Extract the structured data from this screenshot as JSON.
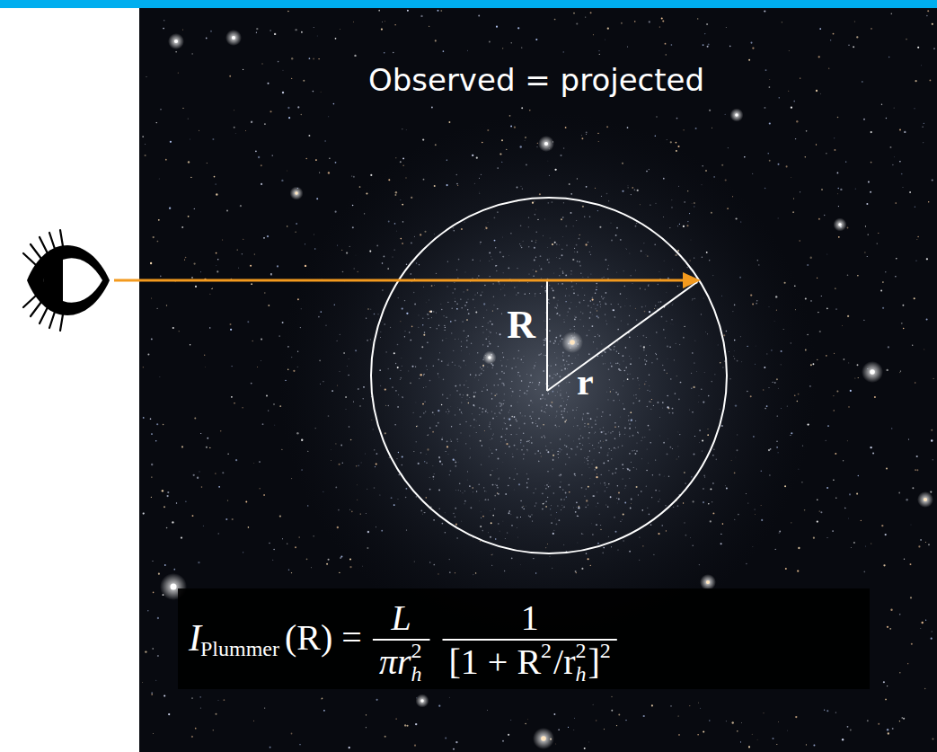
{
  "diagram": {
    "title": "Observed = projected",
    "labels": [
      "R",
      "r",
      "I",
      "Plummer",
      "(R) =",
      "L",
      "πr",
      "2",
      "h",
      "1",
      "[1 + R",
      "2",
      "/r",
      "2",
      "h",
      "]",
      "2"
    ]
  }
}
